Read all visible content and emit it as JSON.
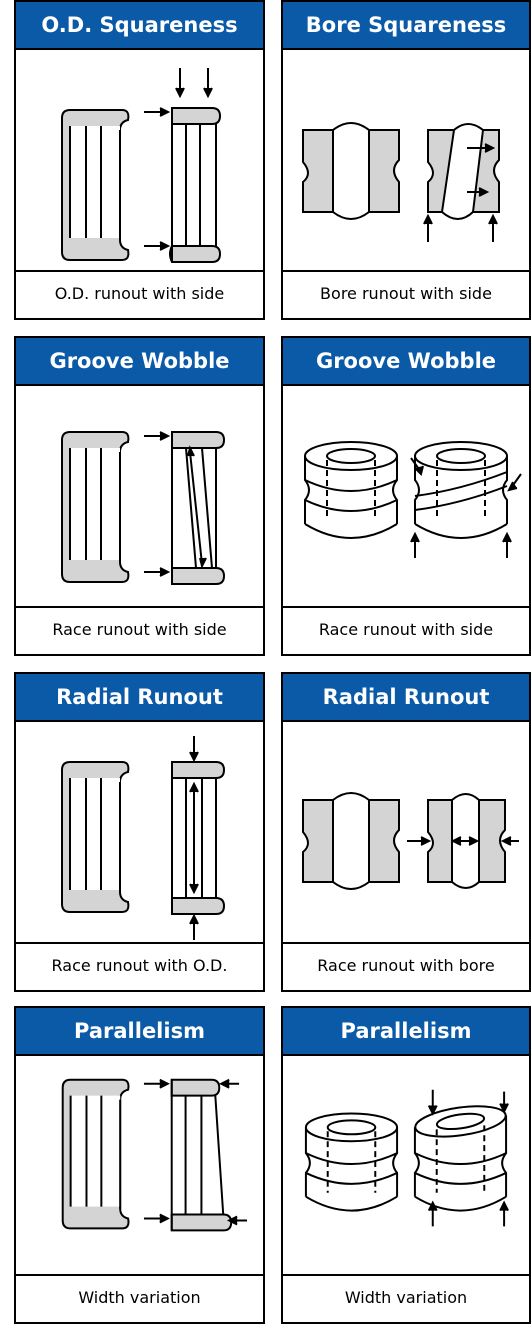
{
  "cards": [
    {
      "title": "O.D. Squareness",
      "caption": "O.D. runout with side"
    },
    {
      "title": "Bore Squareness",
      "caption": "Bore runout with side"
    },
    {
      "title": "Groove Wobble",
      "caption": "Race runout with side"
    },
    {
      "title": "Groove Wobble",
      "caption": "Race runout with side"
    },
    {
      "title": "Radial Runout",
      "caption": "Race runout with O.D."
    },
    {
      "title": "Radial Runout",
      "caption": "Race runout with bore"
    },
    {
      "title": "Parallelism",
      "caption": "Width variation"
    },
    {
      "title": "Parallelism",
      "caption": "Width variation"
    }
  ],
  "colors": {
    "header": "#0b5aa8",
    "fill": "#d4d4d4"
  }
}
